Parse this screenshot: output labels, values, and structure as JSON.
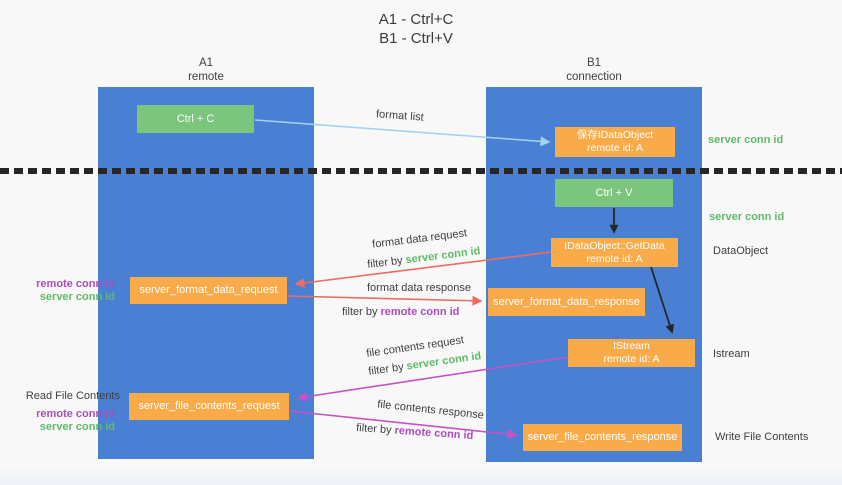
{
  "title": {
    "line1": "A1 - Ctrl+C",
    "line2": "B1 - Ctrl+V"
  },
  "columns": {
    "a1": {
      "name": "A1",
      "role": "remote"
    },
    "b1": {
      "name": "B1",
      "role": "connection"
    }
  },
  "boxes": {
    "ctrl_c": {
      "label": "Ctrl + C"
    },
    "ctrl_v": {
      "label": "Ctrl + V"
    },
    "save_dataobject": {
      "line1": "保存IDataObject",
      "line2": "remote id: A"
    },
    "getdata": {
      "line1": "IDataObject::GetData",
      "line2": "remote id: A"
    },
    "istream": {
      "line1": "IStream",
      "line2": "remote id: A"
    },
    "server_format_data_request": {
      "label": "server_format_data_request"
    },
    "server_format_data_response": {
      "label": "server_format_data_response"
    },
    "server_file_contents_request": {
      "label": "server_file_contents_request"
    },
    "server_file_contents_response": {
      "label": "server_file_contents_response"
    }
  },
  "arrow_labels": {
    "format_list": "format list",
    "format_data_request": "format data request",
    "format_data_response": "format data response",
    "file_contents_request": "file contents request",
    "file_contents_response": "file contents response"
  },
  "terms": {
    "filter_by": "filter by",
    "server_conn_id": "server conn id",
    "remote_conn_id": "remote conn id"
  },
  "side_labels": {
    "dataobject": "DataObject",
    "istream": "Istream",
    "read_file_contents": "Read File Contents",
    "write_file_contents": "Write File Contents"
  },
  "colors": {
    "background": "#f8f8f8",
    "column_blue": "#4a80d4",
    "box_green": "#7cc57c",
    "box_orange": "#f9ab4a",
    "server_conn_green": "#5fbb67",
    "remote_conn_purple": "#ab4dbc",
    "arrow_red": "#ec6c63",
    "arrow_magenta": "#c652c6",
    "arrow_lightblue": "#a3d1f2",
    "arrow_black": "#262626",
    "text_dark": "#3f3f3f"
  }
}
